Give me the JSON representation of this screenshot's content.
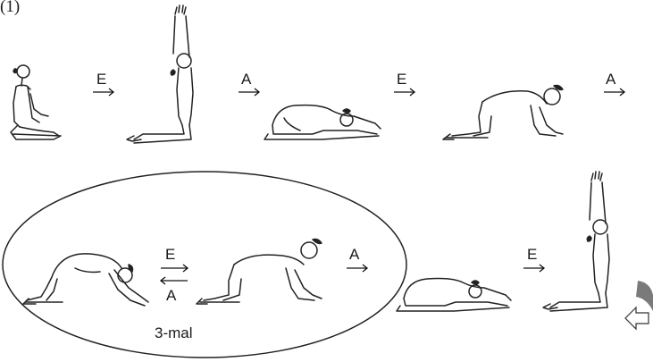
{
  "step_number": "(1)",
  "breath_labels": {
    "exhale": "E",
    "inhale": "A"
  },
  "repeat_label": "3-mal",
  "colors": {
    "ink": "#222222",
    "page_turn_grey": "#7a7a7a"
  },
  "sequence": [
    {
      "pose": "kneeling-seated",
      "breath_after": "E"
    },
    {
      "pose": "kneeling-arms-raised",
      "breath_after": "A"
    },
    {
      "pose": "childs-pose",
      "breath_after": "E"
    },
    {
      "pose": "tabletop-head-raised",
      "breath_after": "A"
    },
    {
      "pose": "cat-rounded-back",
      "breath_after": "E/A"
    },
    {
      "pose": "tabletop-head-raised",
      "breath_after": "A"
    },
    {
      "pose": "childs-pose",
      "breath_after": "E"
    },
    {
      "pose": "kneeling-arms-raised",
      "breath_after": ""
    }
  ],
  "loop": {
    "poses": [
      "cat-rounded-back",
      "tabletop-head-raised"
    ],
    "repeat": "3-mal"
  },
  "icons": [
    "page-turn-icon"
  ]
}
